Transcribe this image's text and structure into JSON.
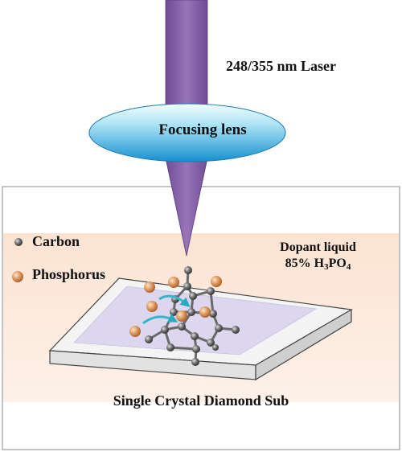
{
  "labels": {
    "laser": "248/355 nm Laser",
    "lens": "Focusing lens",
    "carbon": "Carbon",
    "phosphorus": "Phosphorus",
    "dopant_line1": "Dopant liquid",
    "dopant_prefix": "85% H",
    "dopant_sub1": "3",
    "dopant_mid": "PO",
    "dopant_sub2": "4",
    "substrate": "Single Crystal Diamond Sub"
  },
  "colors": {
    "laser": "#8a63a8",
    "laser_edge": "#5e3f7c",
    "lens_top": "#eaf9ff",
    "lens_bottom": "#1f9cd6",
    "liquid": "#fbe6d8",
    "substrate_top": "#f3f3f3",
    "substrate_well": "#d9d3ec",
    "carbon_atom": "#555555",
    "phosphorus_atom": "#e0a070",
    "arrow": "#35b6c8"
  },
  "icons": {
    "carbon_atom": "gray-sphere",
    "phosphorus_atom": "orange-sphere",
    "diffusion_arrow": "curved-arrow"
  }
}
